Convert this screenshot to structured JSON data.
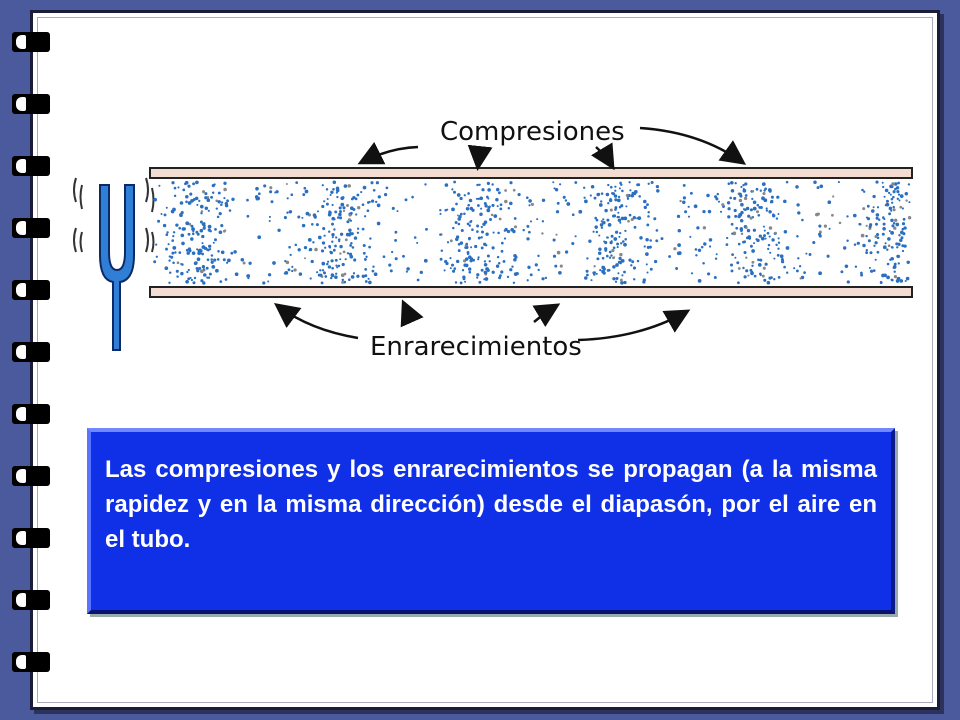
{
  "diagram": {
    "label_top": "Compresiones",
    "label_bottom": "Enrarecimientos",
    "colors": {
      "particles": "#2a6fc0",
      "tube": "#f3ddd2",
      "fork": "#2f7fd6"
    }
  },
  "caption": {
    "text": "Las compresiones y los enrarecimientos se propagan (a la misma rapidez y en la misma dirección) desde el diapasón, por el aire en el tubo."
  },
  "theme": {
    "background": "#4a5a9c",
    "caption_bg": "#1030e8"
  }
}
